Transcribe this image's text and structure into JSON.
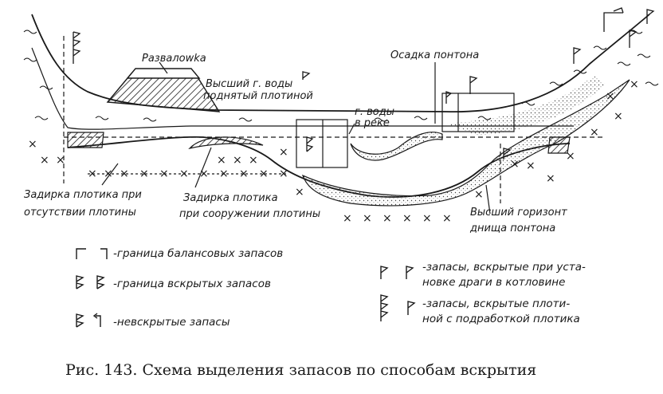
{
  "labels": {
    "razvalovka": "Развалowka",
    "vysshiy_g_vody_1": "Высший г. воды",
    "vysshiy_g_vody_2": "поднятый плотиной",
    "osadka_pontona": "Осадка понтона",
    "g_vody_1": "г. воды",
    "g_vody_2": "в реке",
    "zadirka_1a": "Задирка плотика при",
    "zadirka_1b": "отсутствии плотины",
    "zadirka_2a": "Задирка плотика",
    "zadirka_2b": "при сооружении плотины",
    "vysshiy_gorizont_1": "Высший горизонт",
    "vysshiy_gorizont_2": "днища понтона"
  },
  "legend": {
    "item1": "-граница балансовых запасов",
    "item2": "-граница вскрытых запасов",
    "item3": "-невскрытые запасы",
    "item4a": "-запасы, вскрытые при уста-",
    "item4b": "новке драги в котловине",
    "item5a": "-запасы, вскрытые плоти-",
    "item5b": "ной с подработкой плотика"
  },
  "caption": "Рис. 143. Схема выделения запасов по способам вскрытия"
}
